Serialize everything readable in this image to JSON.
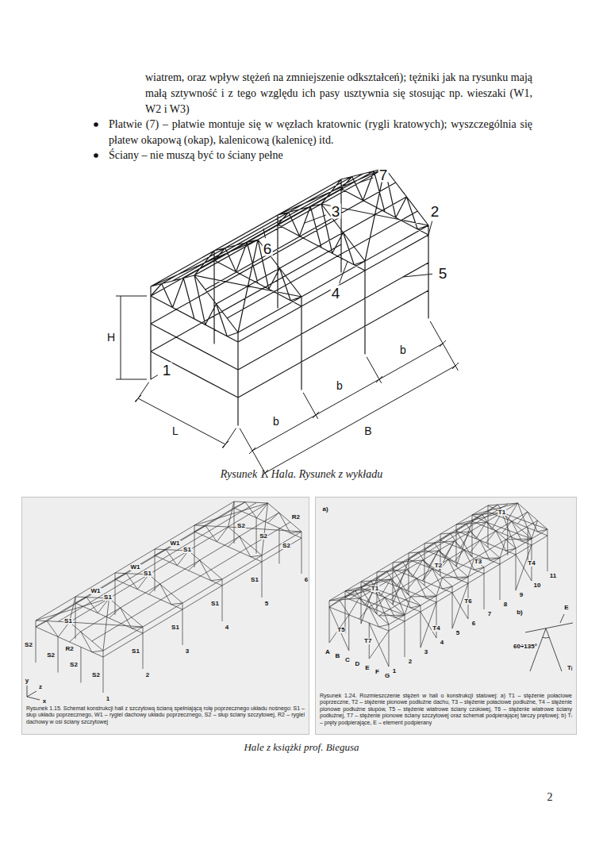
{
  "diagram": {
    "nodes": [
      {
        "text": [
          "Rysunek 1.15. Schemat konstrukcji hali z szczytową ścianą spełniającą rolę poprzecznego układu nośnego: S1 – słup układu poprzecznego, W1 – rygiel dachowy układu poprzecznego, S2 – słup ściany szczytowej, R2 – rygiel dachowy w osi ściany szczytowej"
        ]
      },
      {
        "text": [
          "Rysunek 1.24. Rozmieszczenie stężeń w hali o konstrukcji stalowej: a) T1 – stężenie połaciowe poprzeczne, T2 – stężenie pionowe podłużne dachu, T3 – stężenie połaciowe podłużne, T4 – stężenie pionowe podłużne słupów, T5 – stężenie wiatrowe ściany czołowej, T6 – stężenie wiatrowe ściany podłużnej, T7 – stężenie pionowe ściany szczytowej oraz schemat podpierającej tarczy prętowej; b) Tᵢ – pręty podpierające, E – element podpierany"
        ]
      }
    ],
    "labels": [
      "wiatrem, oraz wpływ stężeń na zmniejszenie odkształceń); tężniki jak na rysunku mają małą sztywność i z tego względu ich pasy usztywnia się stosując np. wieszaki (W1, W2 i W3)",
      "Płatwie (7) – płatwie montuje się w węzłach kratownic (rygli kratowych); wyszczególnia się płatew okapową (okap), kalenicową (kalenicę) itd.",
      "Ściany – nie muszą być to ściany pełne",
      "7",
      "3",
      "2",
      "6",
      "5",
      "4",
      "H",
      "1",
      "L",
      "b",
      "b",
      "b",
      "B",
      "Rysunek 1. Hala. Rysunek z wykładu",
      "S1",
      "S1",
      "S1",
      "S1",
      "S1",
      "S1",
      "S1",
      "S1",
      "S2",
      "S2",
      "S2",
      "S2",
      "S2",
      "S2",
      "S2",
      "R2",
      "R2",
      "W1",
      "W1",
      "W1",
      "1",
      "2",
      "3",
      "4",
      "5",
      "6",
      "y",
      "z",
      "x",
      "a)",
      "T1",
      "T1",
      "T2",
      "T3",
      "T6",
      "T4",
      "T4",
      "T5",
      "T7",
      "A",
      "B",
      "C",
      "D",
      "E",
      "F",
      "G",
      "1",
      "2",
      "3",
      "4",
      "5",
      "6",
      "7",
      "8",
      "9",
      "10",
      "11",
      "b)",
      "E",
      "60÷135°",
      "Tᵢ",
      "Hale z książki prof. Biegusa",
      "2"
    ]
  }
}
